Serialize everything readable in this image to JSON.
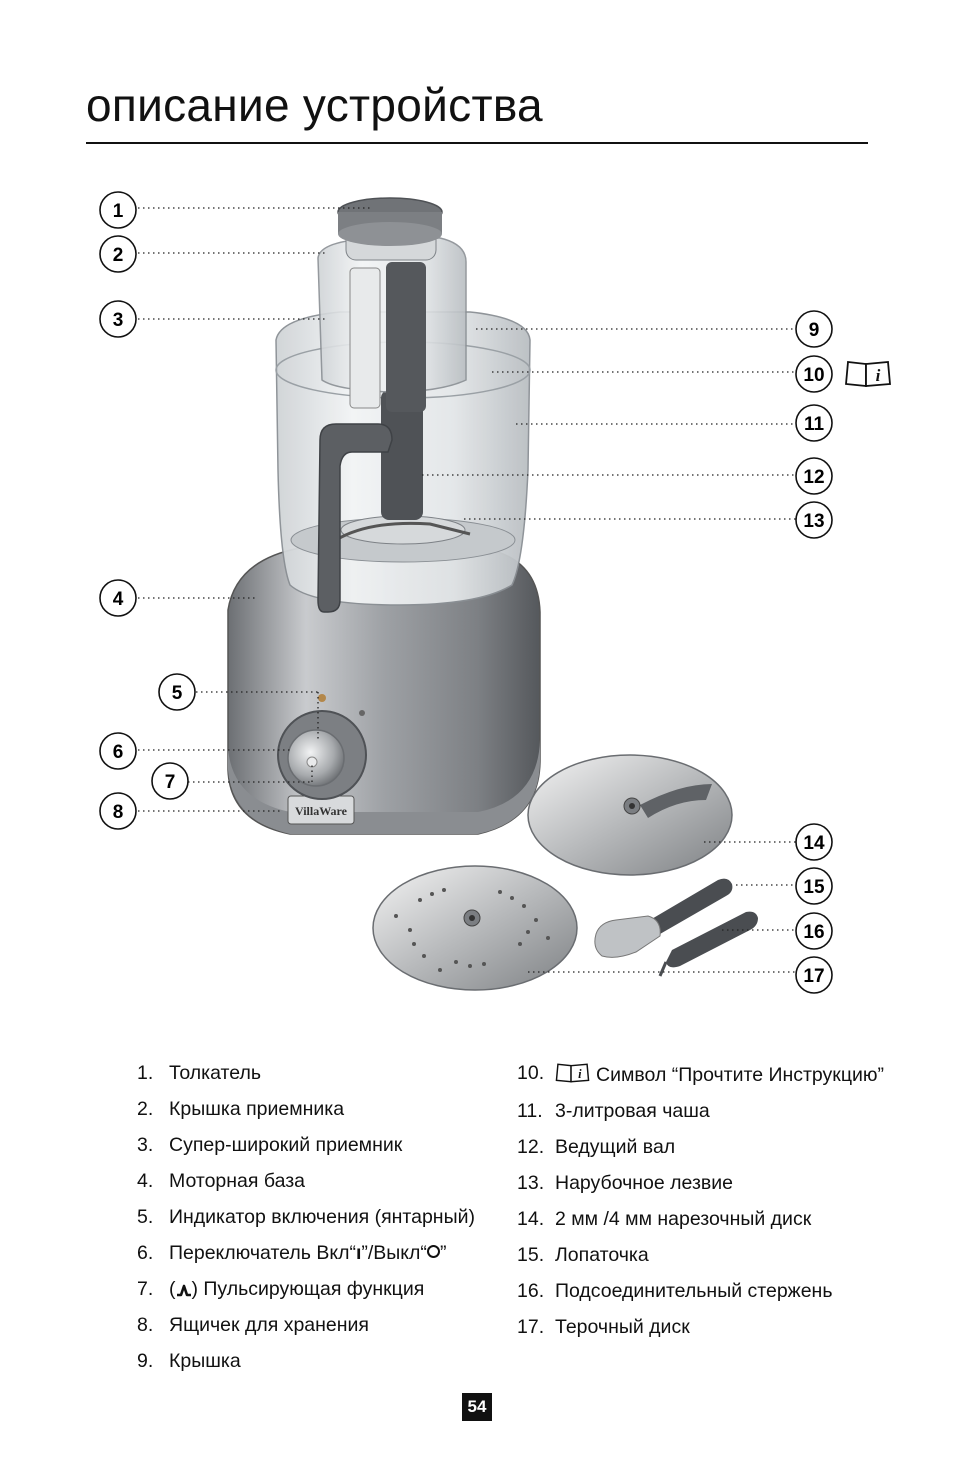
{
  "page": {
    "title": "описание устройства",
    "page_number": "54"
  },
  "callouts": [
    "1",
    "2",
    "3",
    "4",
    "5",
    "6",
    "7",
    "8",
    "9",
    "10",
    "11",
    "12",
    "13",
    "14",
    "15",
    "16",
    "17"
  ],
  "product": {
    "brand_label": "VillaWare"
  },
  "legend": {
    "left": [
      {
        "num": "1.",
        "text": "Толкатель"
      },
      {
        "num": "2.",
        "text": "Крышка приемника"
      },
      {
        "num": "3.",
        "text": "Супер-широкий приемник"
      },
      {
        "num": "4.",
        "text": "Моторная база"
      },
      {
        "num": "5.",
        "text": "Индикатор включения (янтарный)"
      },
      {
        "num": "6.",
        "text_a": "Переключатель Вкл“",
        "text_b": "”/Выкл“",
        "text_c": "”"
      },
      {
        "num": "7.",
        "text_a": "(",
        "text_b": ") Пульсирующая функция"
      },
      {
        "num": "8.",
        "text": "Ящичек для хранения"
      },
      {
        "num": "9.",
        "text": "Крышка"
      }
    ],
    "right": [
      {
        "num": "10.",
        "text": "Символ “Прочтите Инструкцию”"
      },
      {
        "num": "11.",
        "text": "3-литровая чаша"
      },
      {
        "num": "12.",
        "text": "Ведущий вал"
      },
      {
        "num": "13.",
        "text": "Нарубочное лезвие"
      },
      {
        "num": "14.",
        "text": "2 мм /4 мм нарезочный диск"
      },
      {
        "num": "15.",
        "text": "Лопаточка"
      },
      {
        "num": "16.",
        "text": "Подсоединительный стержень"
      },
      {
        "num": "17.",
        "text": "Терочный диск"
      }
    ]
  },
  "icons": {
    "read_instructions": "book-info-icon",
    "pulse": "pulse-icon",
    "on_symbol": "on-bar-icon",
    "off_symbol": "off-circle-icon"
  }
}
